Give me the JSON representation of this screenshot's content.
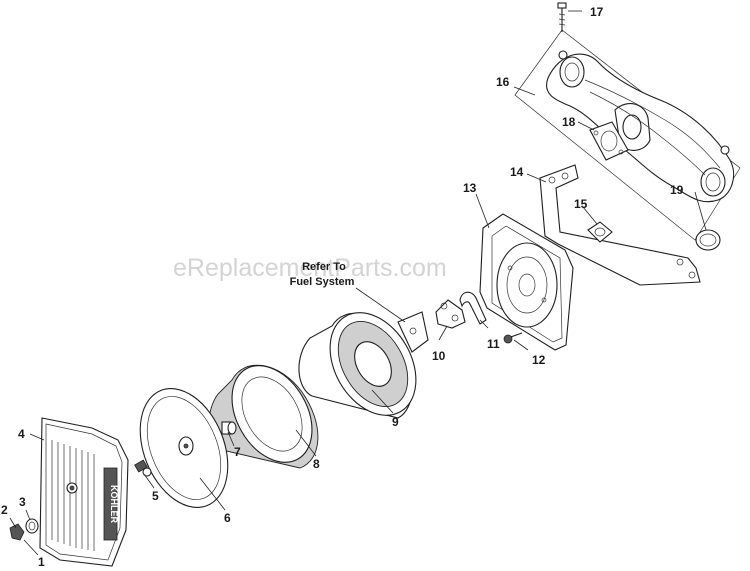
{
  "watermark": "eReplacementParts.com",
  "note": {
    "line1": "Refer To",
    "line2": "Fuel System"
  },
  "brand_text": "KOHLER",
  "callouts": [
    "1",
    "2",
    "3",
    "4",
    "5",
    "6",
    "7",
    "8",
    "9",
    "10",
    "11",
    "12",
    "13",
    "14",
    "15",
    "16",
    "17",
    "18",
    "19"
  ]
}
